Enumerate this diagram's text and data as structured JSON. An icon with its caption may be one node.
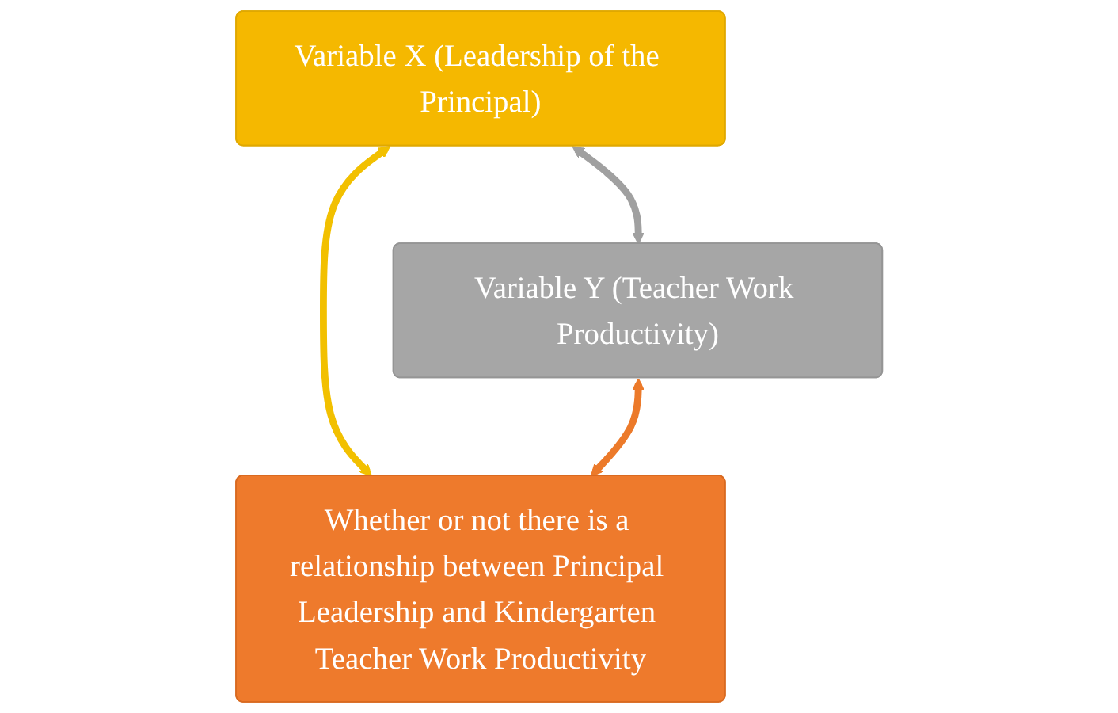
{
  "diagram": {
    "nodes": [
      {
        "text": [
          "Variable X (Leadership of the Principal)"
        ]
      },
      {
        "text": [
          "Variable Y (Teacher Work Productivity)"
        ]
      },
      {
        "text": [
          "Whether or not there is a relationship between Principal Leadership and Kindergarten Teacher Work Productivity"
        ]
      }
    ],
    "edges": [
      {
        "from": 0,
        "to": 1,
        "arrow": "both",
        "color": "#a0a0a0"
      },
      {
        "from": 0,
        "to": 2,
        "arrow": "both",
        "color": "#f2c000"
      },
      {
        "from": 1,
        "to": 2,
        "arrow": "both",
        "color": "#ec7a2a"
      }
    ]
  }
}
